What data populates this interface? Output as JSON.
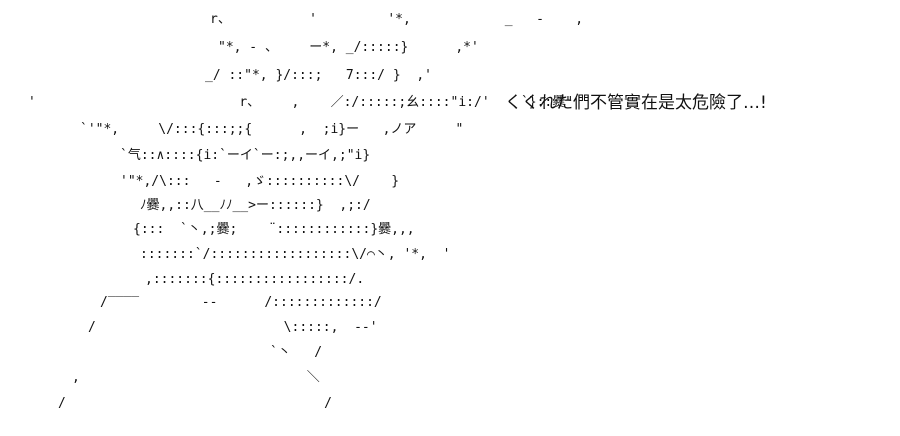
{
  "art": {
    "lines": [
      "r、          '         '*,            _   -    ,",
      "\"*, - 、    ー*, _/:::::}      ,*'",
      "_/ ::\"*, }/:::;   7:::/ }  ,'",
      "'                          r、    ,    ／:/:::::;幺::::\"i:/'    `}::爨\"",
      "`'\"*,     \\/:::{:::;;{      ,  ;i}ー   ,ノア     \"",
      "`气::∧::::{i:`ーイ`ー:;,,ーイ,;\"i}",
      "'\"*,/\\:::   -   ,ゞ::::::::::\\/    }",
      "ﾉ爨,,::八__ﾉﾉ__>ー::::::}  ,;:/",
      "{:::  `丶,;爨;    ¨::::::::::::}爨,,,",
      ":::::::`/::::::::::::::::::\\/⌒丶, '*,  '",
      ",:::::::{:::::::::::::::::/.",
      "/‾‾‾‾        --      /:::::::::::::/",
      "/                        \\:::::,  --'",
      "`丶   /",
      ",                             ＼",
      "/                                 /"
    ]
  },
  "caption": {
    "text": "くくれた們不管實在是太危險了…!"
  }
}
